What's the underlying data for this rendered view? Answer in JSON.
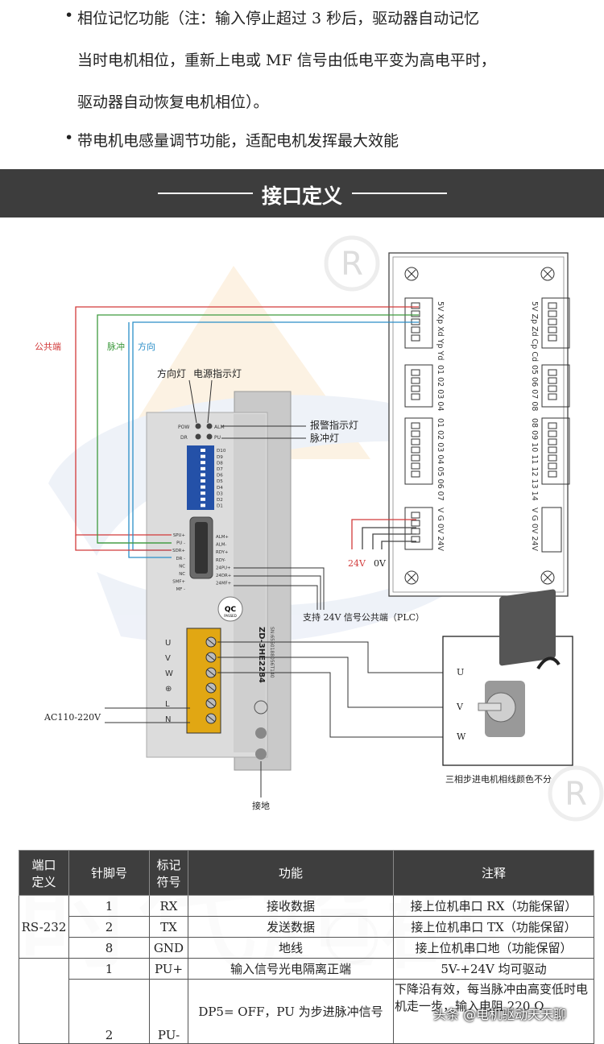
{
  "bullets": [
    {
      "line1": "相位记忆功能（注：输入停止超过 3 秒后，驱动器自动记忆",
      "line2": "当时电机相位，重新上电或 MF 信号由低电平变为高电平时，",
      "line3": "驱动器自动恢复电机相位）。"
    },
    {
      "line1": "带电机电感量调节功能，适配电机发挥最大效能"
    }
  ],
  "banner": {
    "title": "接口定义"
  },
  "diagram": {
    "labels": {
      "common": "公共端",
      "pulse": "脉冲",
      "direction": "方向",
      "dir_lamp": "方向灯",
      "power_lamp": "电源指示灯",
      "alarm_lamp": "报警指示灯",
      "pulse_lamp": "脉冲灯",
      "support_24v": "支持 24V 信号公共端（PLC）",
      "ac_input": "AC110-220V",
      "ground": "接地",
      "motor_note": "三相步进电机相线颜色不分",
      "v24": "24V",
      "v0": "0V"
    },
    "led_labels": {
      "pow": "POW",
      "alm": "ALM",
      "dr": "DR",
      "pu": "PU"
    },
    "dip_labels": [
      "D10",
      "D9",
      "D8",
      "D7",
      "D6",
      "D5",
      "D4",
      "D3",
      "D2",
      "D1"
    ],
    "pins_left": [
      "SPU+",
      "PU -",
      "SDR+",
      "DR -",
      "NC",
      "NC",
      "SMF+",
      "MF -"
    ],
    "pins_right": [
      "ALM+",
      "ALM-",
      "RDY+",
      "RDY-",
      "24PU+",
      "24DR+",
      "24MF+"
    ],
    "terminals": [
      "U",
      "V",
      "W",
      "⊕",
      "L",
      "N"
    ],
    "motor_terms": [
      "U",
      "V",
      "W"
    ],
    "model": "ZD-3HE2284",
    "serial": "SN:6550188056T140",
    "qc": "QC",
    "qc_sub": "PASSED",
    "board_top_left": "5V Xp Xd Yp Yd",
    "board_top_right": "5V Zp Zd Cp Cd",
    "board_mid_left": "01 02 03 04",
    "board_mid_right": "05 06 07 08",
    "board_big_left": "01 02 03 04 05 06 07",
    "board_big_right": "08 09 10 11 12 13 14",
    "board_pwr": "V G 0V 24V"
  },
  "table": {
    "headers": [
      "端口\n定义",
      "针脚号",
      "标记\n符号",
      "功能",
      "注释"
    ],
    "rs232": "RS-232",
    "rows": [
      {
        "pin": "1",
        "sym": "RX",
        "func": "接收数据",
        "note": "接上位机串口 RX（功能保留）"
      },
      {
        "pin": "2",
        "sym": "TX",
        "func": "发送数据",
        "note": "接上位机串口 TX（功能保留）"
      },
      {
        "pin": "8",
        "sym": "GND",
        "func": "地线",
        "note": "接上位机串口地（功能保留）"
      },
      {
        "pin": "1",
        "sym": "PU+",
        "func": "输入信号光电隔离正端",
        "note": "5V-+24V 均可驱动"
      },
      {
        "pin": "2",
        "sym": "PU-",
        "func": "DP5= OFF，PU 为步进脉冲信号",
        "note": "下降沿有效，每当脉冲由高变低时电机走一步，输入电阻 220 Ω"
      }
    ]
  },
  "footer": {
    "tag": "头条 @电机驱动天天聊"
  }
}
